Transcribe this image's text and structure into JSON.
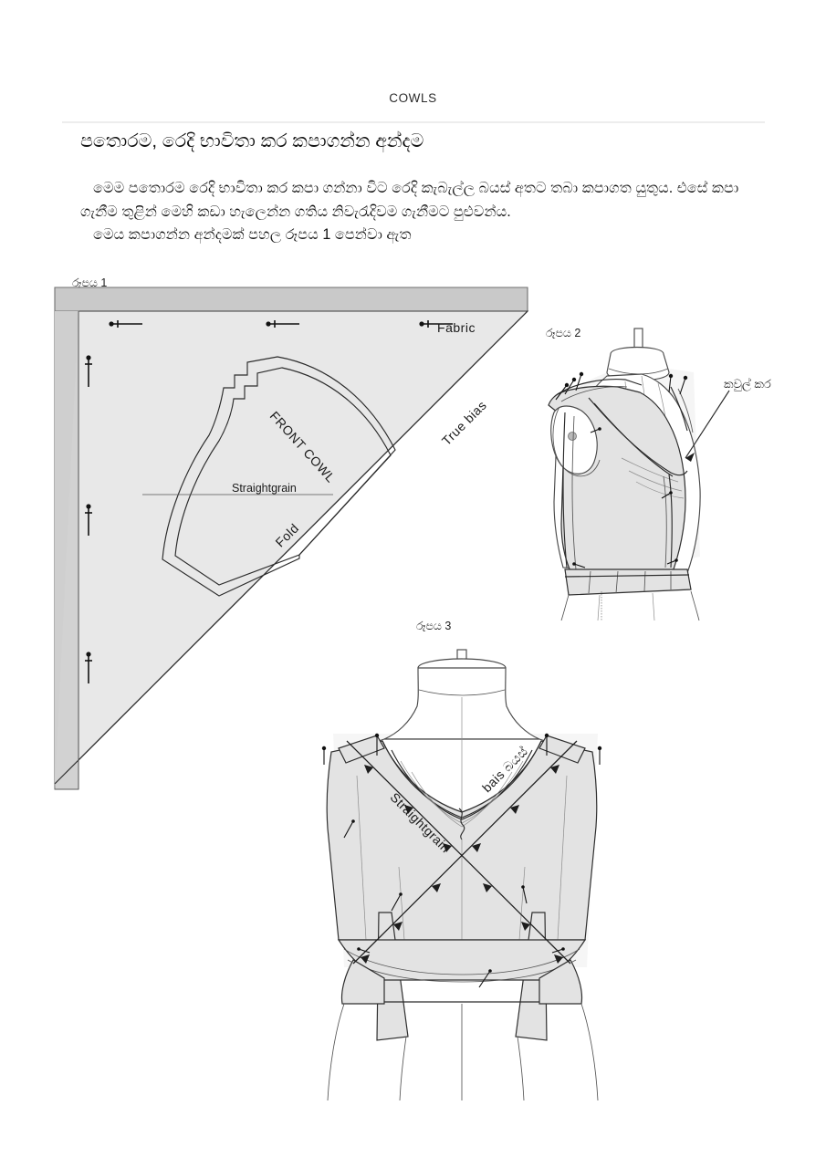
{
  "document": {
    "running_head": "COWLS",
    "title": "පතොරම, රෙදි භාවිතා කර කපාගන්න අන්දම",
    "paragraphs": [
      "මෙම පතොරම රෙදි භාවිතා කර කපා ගන්නා විට රෙදි කැබැල්ල බයස් අතට තබා කපාගත යුතුය. එසේ කපා ගැනීම තුළින් මෙහි කඩා හැලෙන්න ගතිය නිවැරැදිවම ගැනීමට පුළුවන්ය.",
      "මෙය කපාගන්න අන්දමක් පහල රූපය 1 පෙන්වා ඇත"
    ]
  },
  "figures": {
    "fig1": {
      "caption": "රූපය 1",
      "labels": {
        "fabric": "Fabric",
        "true_bias": "True bias",
        "front_cowl": "FRONT COWL",
        "straightgrain": "Straightgrain",
        "fold": "Fold"
      }
    },
    "fig2": {
      "caption": "රූපය 2",
      "labels": {
        "cowl_neck": "කවුල් කර"
      }
    },
    "fig3": {
      "caption": "රූපය 3",
      "labels": {
        "straightgrain": "Straightgrain",
        "bias": "bais බයස්"
      }
    }
  },
  "colors": {
    "fabric_border": "#c9c9c9",
    "fabric_fill": "#e8e8e8",
    "garment_fill": "#e3e3e3",
    "ink": "#2b2b2b",
    "rule": "#ededed"
  }
}
